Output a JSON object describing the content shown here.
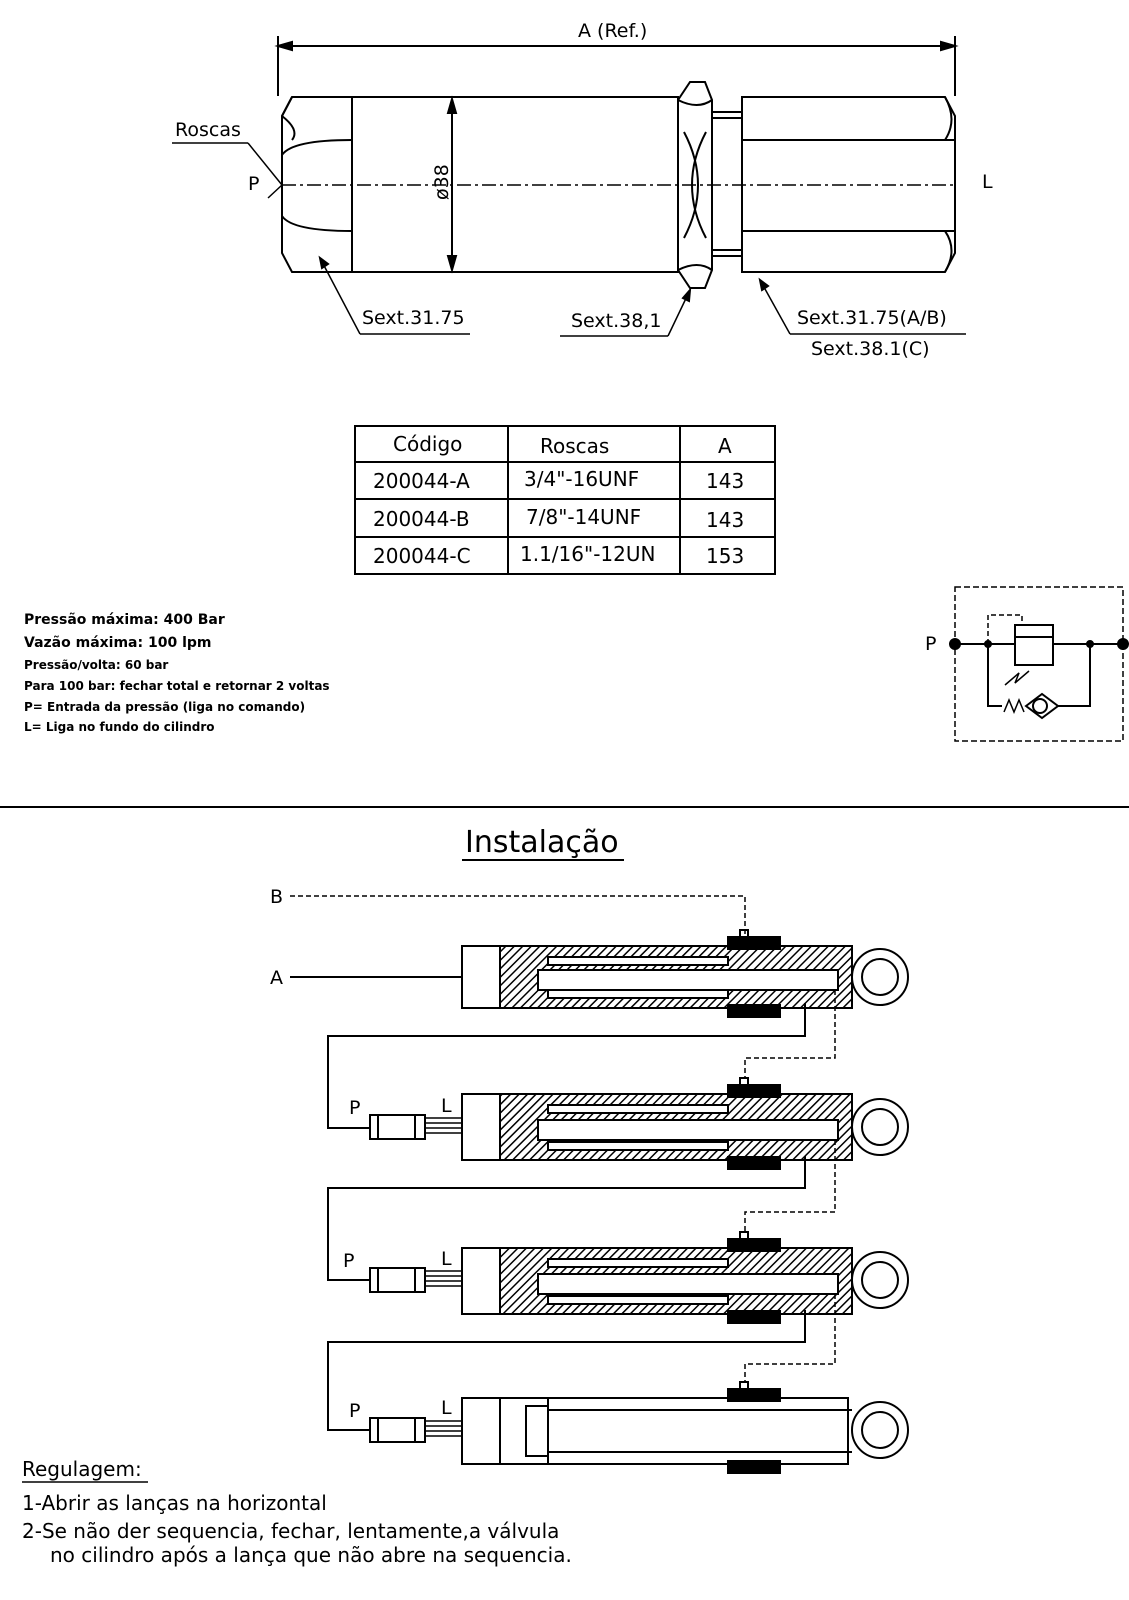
{
  "valve_drawing": {
    "dimension_A": "A (Ref.)",
    "roscas_label": "Roscas",
    "port_p": "P",
    "port_l": "L",
    "diameter": "ø38",
    "hex_left": "Sext.31.75",
    "hex_middle": "Sext.38,1",
    "hex_right_1": "Sext.31.75(A/B)",
    "hex_right_2": "Sext.38.1(C)"
  },
  "spec_table": {
    "headers": [
      "Código",
      "Roscas",
      "A"
    ],
    "rows": [
      [
        "200044-A",
        "3/4\"-16UNF",
        "143"
      ],
      [
        "200044-B",
        "7/8\"-14UNF",
        "143"
      ],
      [
        "200044-C",
        "1.1/16\"-12UN",
        "153"
      ]
    ]
  },
  "specs": [
    "Pressão máxima: 400 Bar",
    "Vazão máxima: 100 lpm",
    "Pressão/volta: 60 bar",
    "Para 100 bar: fechar total e retornar 2 voltas",
    "P= Entrada da pressão (liga no comando)",
    "L= Liga no fundo do cilindro"
  ],
  "symbol": {
    "port_p": "P"
  },
  "installation": {
    "title": "Instalação",
    "line_b": "B",
    "line_a": "A",
    "port_p": "P",
    "port_l": "L"
  },
  "regulagem": {
    "title": "Regulagem:",
    "steps": [
      "1-Abrir as lanças na horizontal",
      "2-Se não der sequencia, fechar, lentamente,a válvula",
      "no cilindro após a lança que não abre na sequencia."
    ]
  }
}
